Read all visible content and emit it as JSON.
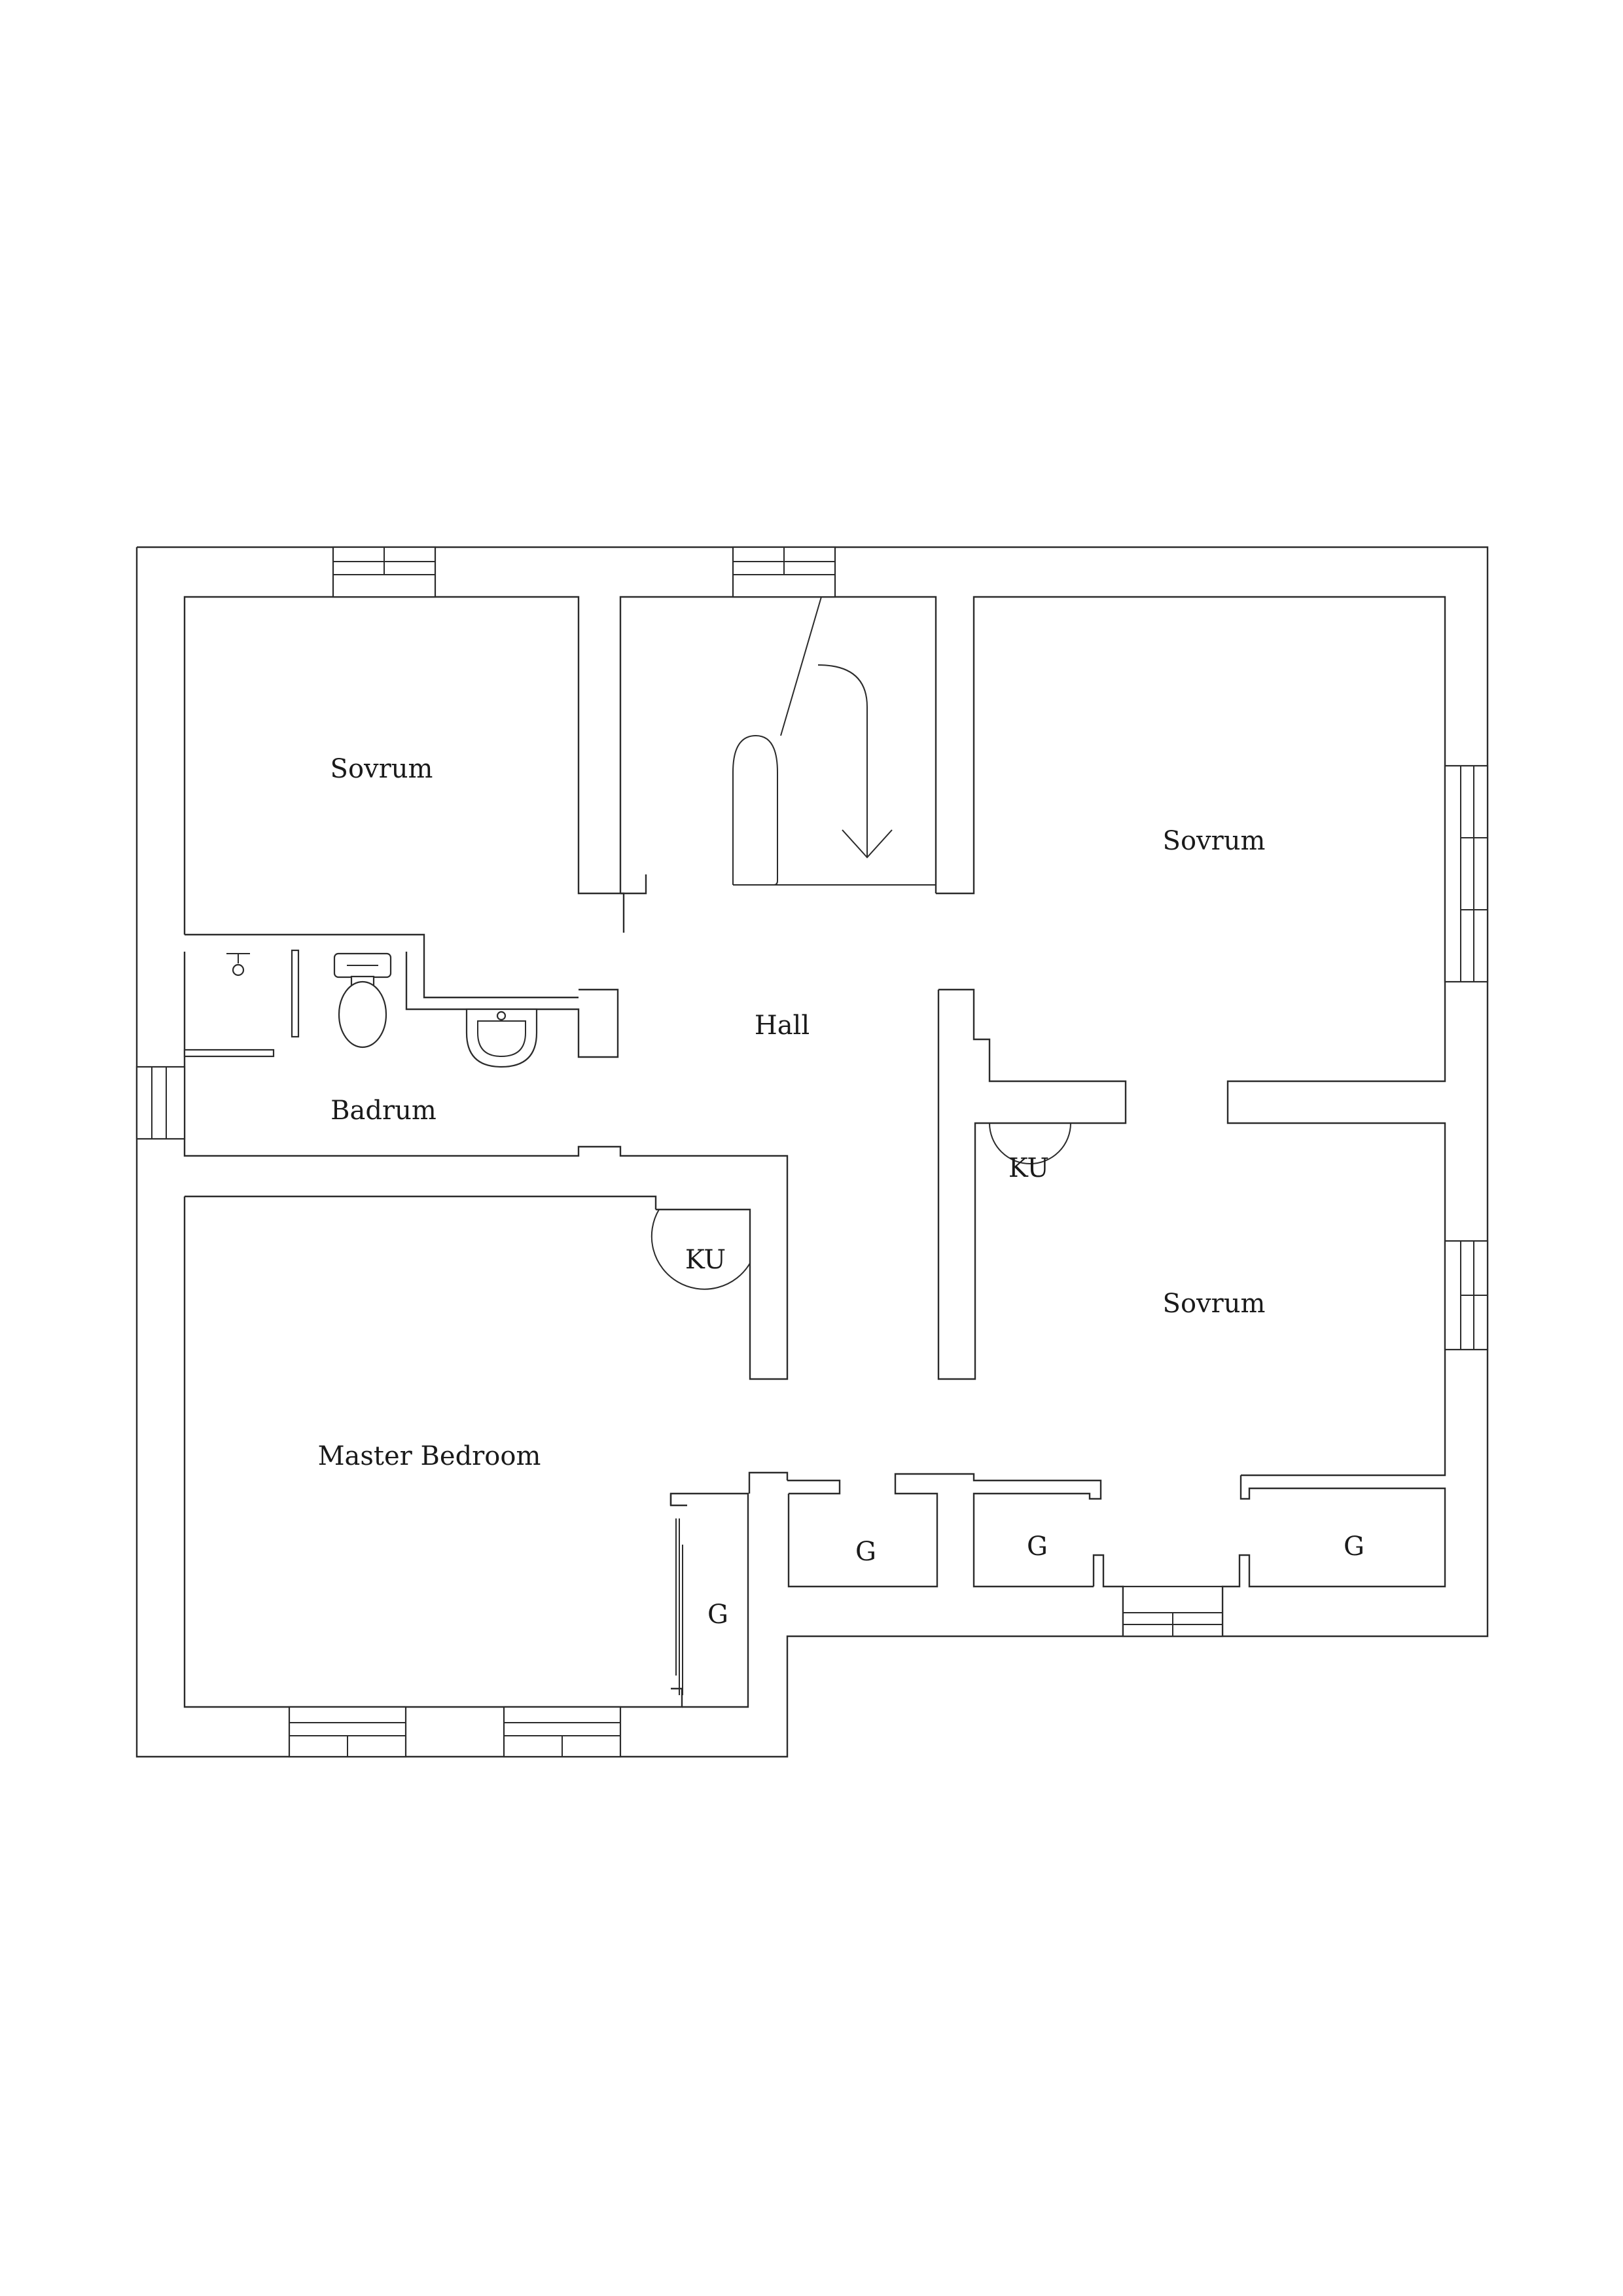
{
  "floorplan": {
    "rooms": {
      "bedroom_top_left": "Sovrum",
      "bedroom_right_upper": "Sovrum",
      "bedroom_right_lower": "Sovrum",
      "hall": "Hall",
      "bathroom": "Badrum",
      "master_bedroom": "Master Bedroom"
    },
    "closets": {
      "ku_master": "KU",
      "ku_bedroom": "KU",
      "g_master": "G",
      "g_1": "G",
      "g_2": "G",
      "g_3": "G"
    },
    "stair_direction": "down",
    "colors": {
      "line": "#2b2b2b",
      "background": "#ffffff",
      "text": "#1a1a1a"
    }
  }
}
